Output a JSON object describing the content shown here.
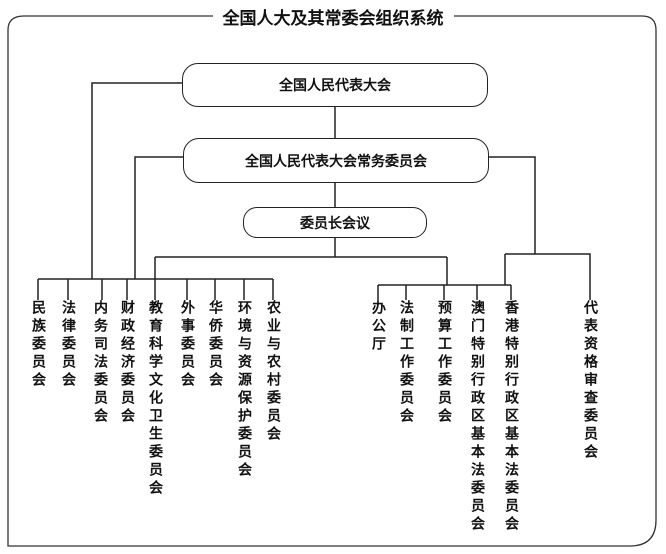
{
  "title": "全国人大及其常委会组织系统",
  "nodes": {
    "npc": "全国人民代表大会",
    "npcsc": "全国人民代表大会常务委员会",
    "chairmen": "委员长会议"
  },
  "special_committees": [
    "民族委员会",
    "法律委员会",
    "内务司法委员会",
    "财政经济委员会",
    "教育科学文化卫生委员会",
    "外事委员会",
    "华侨委员会",
    "环境与资源保护委员会",
    "农业与农村委员会"
  ],
  "working_bodies": [
    "办公厅",
    "法制工作委员会",
    "预算工作委员会",
    "澳门特别行政区基本法委员会",
    "香港特别行政区基本法委员会"
  ],
  "credentials": "代表资格审查委员会"
}
